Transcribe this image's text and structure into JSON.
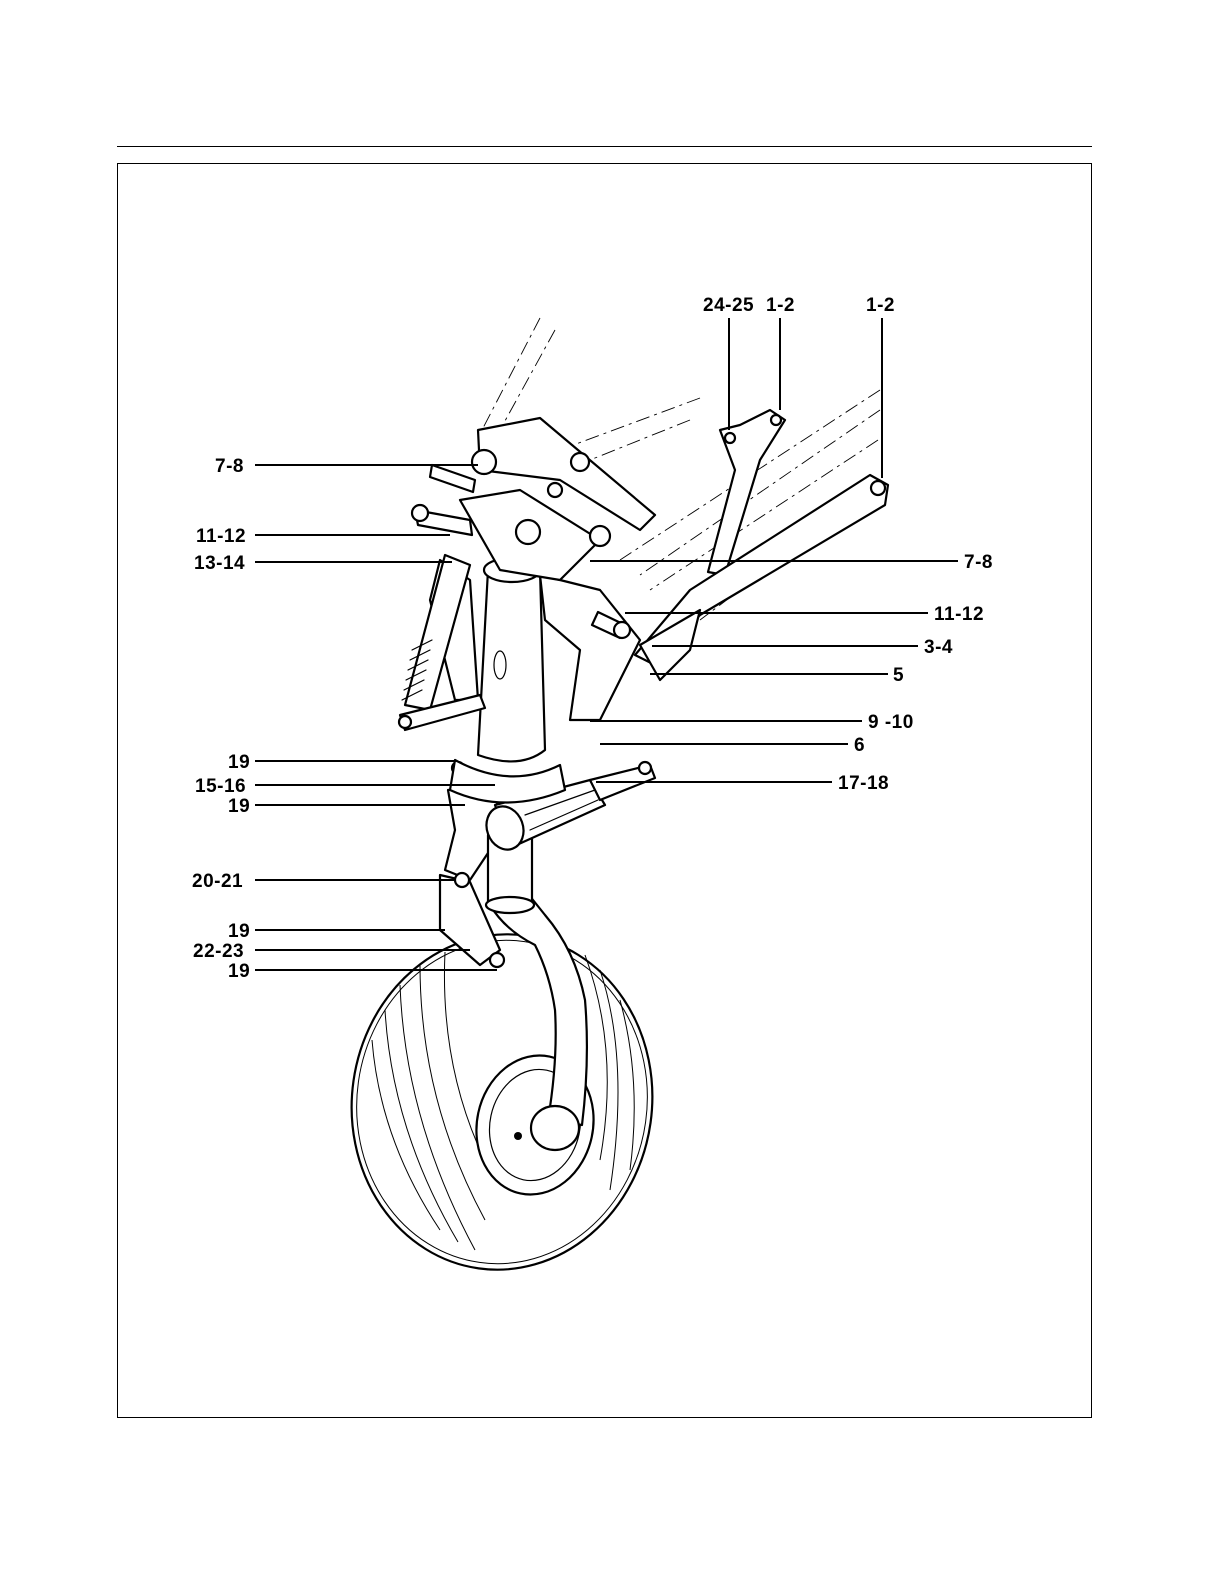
{
  "figure": {
    "callouts": [
      {
        "id": "c-24-25",
        "text": "24-25"
      },
      {
        "id": "c-1-2-a",
        "text": "1-2"
      },
      {
        "id": "c-1-2-b",
        "text": "1-2"
      },
      {
        "id": "c-7-8-l",
        "text": "7-8"
      },
      {
        "id": "c-11-12-l",
        "text": "11-12"
      },
      {
        "id": "c-13-14",
        "text": "13-14"
      },
      {
        "id": "c-7-8-r",
        "text": "7-8"
      },
      {
        "id": "c-11-12-r",
        "text": "11-12"
      },
      {
        "id": "c-3-4",
        "text": "3-4"
      },
      {
        "id": "c-5",
        "text": "5"
      },
      {
        "id": "c-9-10",
        "text": "9 -10"
      },
      {
        "id": "c-6",
        "text": "6"
      },
      {
        "id": "c-19-a",
        "text": "19"
      },
      {
        "id": "c-15-16",
        "text": "15-16"
      },
      {
        "id": "c-19-b",
        "text": "19"
      },
      {
        "id": "c-17-18",
        "text": "17-18"
      },
      {
        "id": "c-20-21",
        "text": "20-21"
      },
      {
        "id": "c-19-c",
        "text": "19"
      },
      {
        "id": "c-22-23",
        "text": "22-23"
      },
      {
        "id": "c-19-d",
        "text": "19"
      }
    ]
  }
}
